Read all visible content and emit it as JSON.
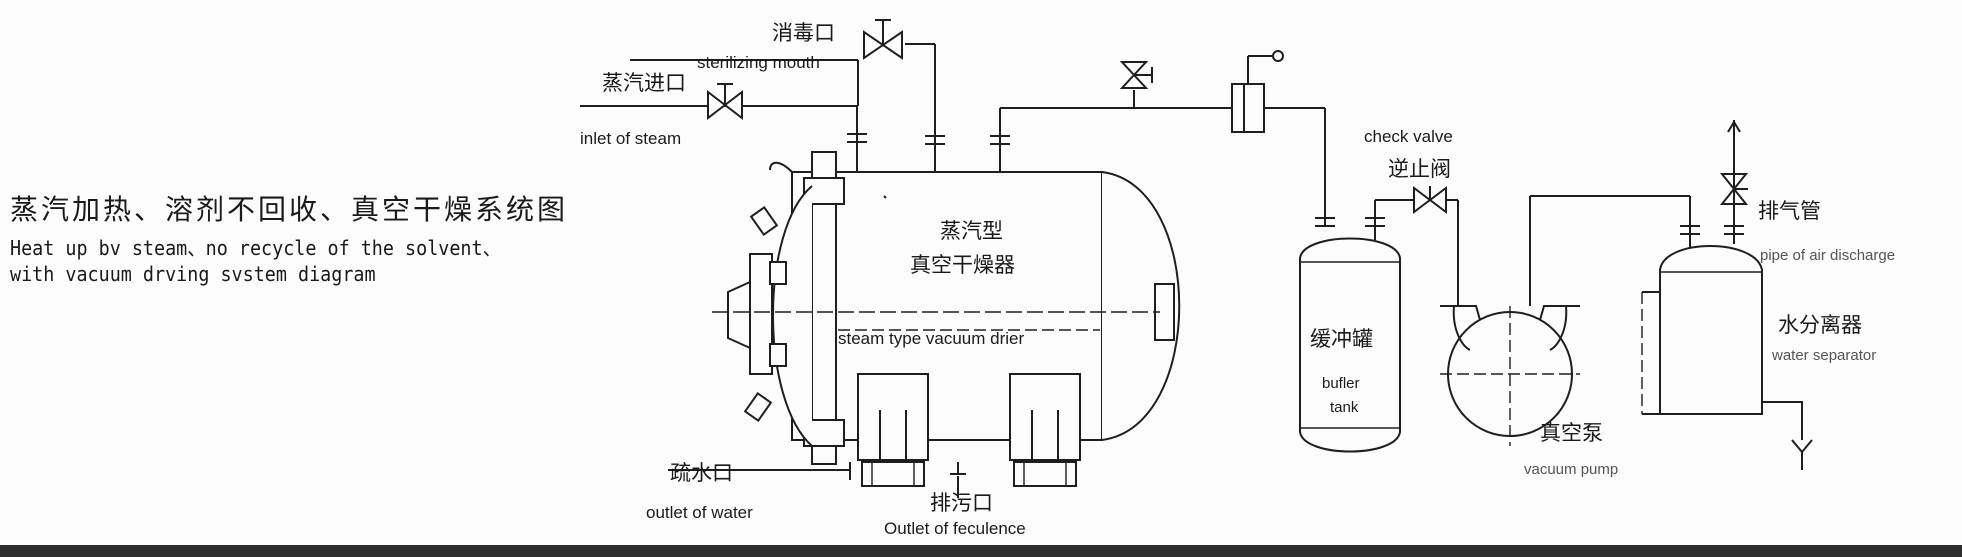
{
  "title": {
    "cn": "蒸汽加热、溶剂不回收、真空干燥系统图",
    "en_line1": "Heat up bv steam、no recycle of the solvent、",
    "en_line2": "with vacuum drving svstem diagram"
  },
  "labels": {
    "sterilizing_cn": "消毒口",
    "sterilizing_en": "sterilizing mouth",
    "steam_inlet_cn": "蒸汽进口",
    "steam_inlet_en": "inlet of steam",
    "drier_cn_1": "蒸汽型",
    "drier_cn_2": "真空干燥器",
    "drier_en": "steam type vacuum drier",
    "check_valve_en": "check valve",
    "check_valve_cn": "逆止阀",
    "buffer_cn": "缓冲罐",
    "buffer_en_1": "bufler",
    "buffer_en_2": "tank",
    "pump_cn": "真空泵",
    "pump_en": "vacuum pump",
    "exhaust_cn": "排气管",
    "exhaust_en": "pipe of air discharge",
    "separator_cn": "水分离器",
    "separator_en": "water separator",
    "drain_cn": "疏水口",
    "drain_en": "outlet of water",
    "feculence_cn": "排污口",
    "feculence_en": "Outlet of feculence"
  }
}
